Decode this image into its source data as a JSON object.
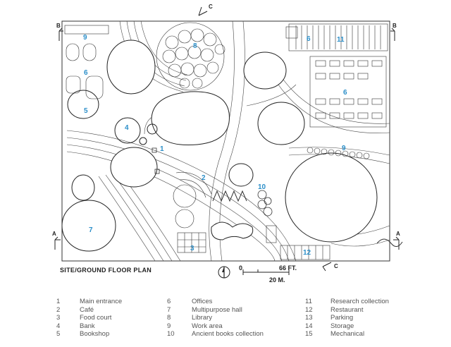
{
  "title": "SITE/GROUND FLOOR PLAN",
  "section_markers": {
    "a_left": "A",
    "a_right": "A",
    "b_left": "B",
    "b_right": "B",
    "c_top": "C",
    "c_bottom": "C"
  },
  "room_numbers": [
    "1",
    "2",
    "3",
    "4",
    "5",
    "6",
    "6",
    "6",
    "7",
    "8",
    "9",
    "9",
    "10",
    "11",
    "12"
  ],
  "scale": {
    "zero": "0",
    "feet": "66 FT.",
    "meters": "20 M."
  },
  "legend": [
    {
      "num": "1",
      "name": "Main entrance"
    },
    {
      "num": "2",
      "name": "Café"
    },
    {
      "num": "3",
      "name": "Food court"
    },
    {
      "num": "4",
      "name": "Bank"
    },
    {
      "num": "5",
      "name": "Bookshop"
    },
    {
      "num": "6",
      "name": "Offices"
    },
    {
      "num": "7",
      "name": "Multipurpose hall"
    },
    {
      "num": "8",
      "name": "Library"
    },
    {
      "num": "9",
      "name": "Work area"
    },
    {
      "num": "10",
      "name": "Ancient books collection"
    },
    {
      "num": "11",
      "name": "Research collection"
    },
    {
      "num": "12",
      "name": "Restaurant"
    },
    {
      "num": "13",
      "name": "Parking"
    },
    {
      "num": "14",
      "name": "Storage"
    },
    {
      "num": "15",
      "name": "Mechanical"
    }
  ],
  "colors": {
    "label_blue": "#2c8fc9",
    "line": "#333333"
  }
}
